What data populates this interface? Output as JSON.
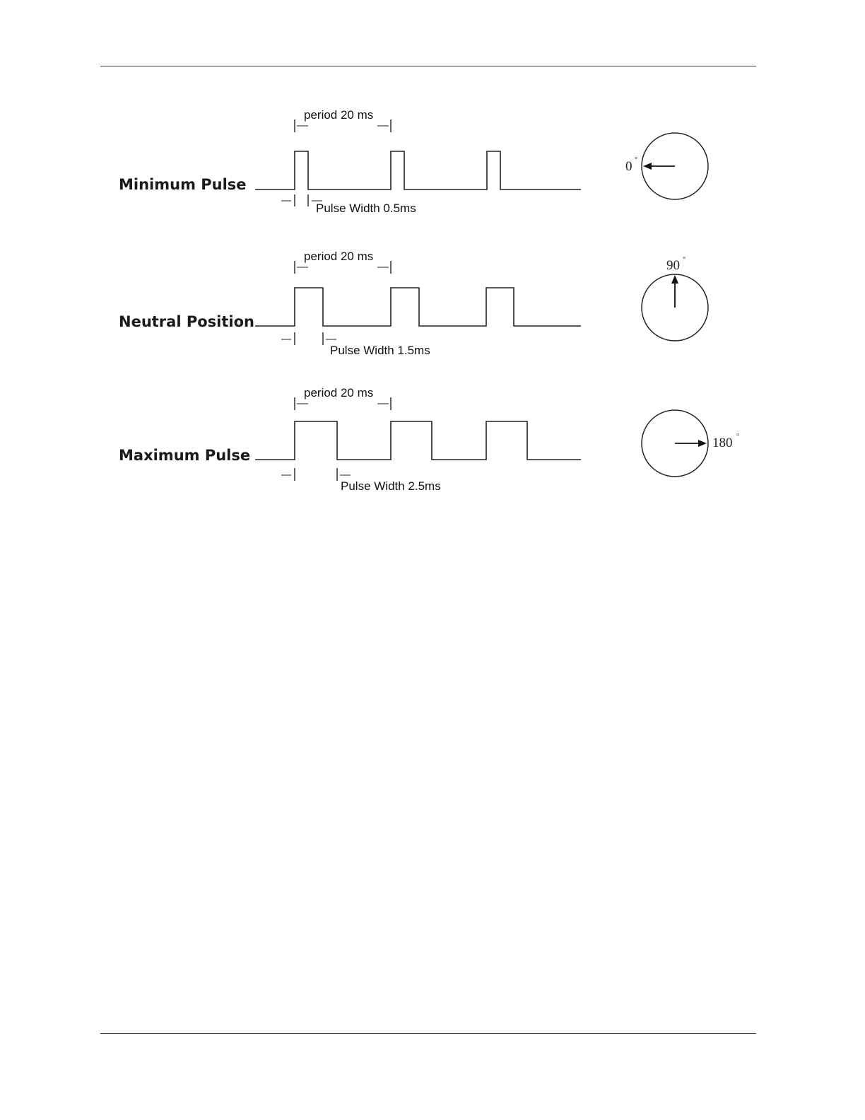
{
  "rows": [
    {
      "label": "Minimum Pulse",
      "period_label": "period 20 ms",
      "pulse_width_label": "Pulse Width 0.5ms",
      "pulse_width_ms": 0.5,
      "angle_label": "0",
      "angle_deg": 0
    },
    {
      "label": "Neutral Position",
      "period_label": "period 20 ms",
      "pulse_width_label": "Pulse Width 1.5ms",
      "pulse_width_ms": 1.5,
      "angle_label": "90",
      "angle_deg": 90
    },
    {
      "label": "Maximum Pulse",
      "period_label": "period 20 ms",
      "pulse_width_label": "Pulse Width 2.5ms",
      "pulse_width_ms": 2.5,
      "angle_label": "180",
      "angle_deg": 180
    }
  ],
  "degree_symbol": "°",
  "period_ms": 20
}
